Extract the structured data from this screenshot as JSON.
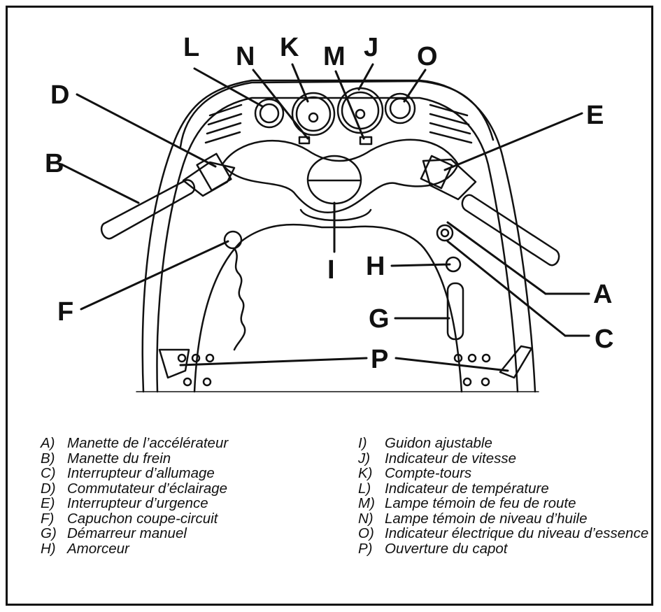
{
  "callouts": {
    "L": "L",
    "N": "N",
    "K": "K",
    "M": "M",
    "J": "J",
    "O": "O",
    "D": "D",
    "E": "E",
    "B": "B",
    "A": "A",
    "F": "F",
    "H": "H",
    "I": "I",
    "G": "G",
    "C": "C",
    "P": "P"
  },
  "legend_left": [
    {
      "key": "A)",
      "text": "Manette de l’accélérateur"
    },
    {
      "key": "B)",
      "text": "Manette du frein"
    },
    {
      "key": "C)",
      "text": "Interrupteur d’allumage"
    },
    {
      "key": "D)",
      "text": "Commutateur d’éclairage"
    },
    {
      "key": "E)",
      "text": "Interrupteur d’urgence"
    },
    {
      "key": "F)",
      "text": "Capuchon coupe-circuit"
    },
    {
      "key": "G)",
      "text": "Démarreur manuel"
    },
    {
      "key": "H)",
      "text": "Amorceur"
    }
  ],
  "legend_right": [
    {
      "key": "I)",
      "text": "Guidon ajustable"
    },
    {
      "key": "J)",
      "text": "Indicateur de vitesse"
    },
    {
      "key": "K)",
      "text": "Compte-tours"
    },
    {
      "key": "L)",
      "text": "Indicateur de température"
    },
    {
      "key": "M)",
      "text": "Lampe témoin de feu de route"
    },
    {
      "key": "N)",
      "text": "Lampe témoin de niveau d’huile"
    },
    {
      "key": "O)",
      "text": "Indicateur électrique du niveau d’essence"
    },
    {
      "key": "P)",
      "text": "Ouverture du capot"
    }
  ]
}
